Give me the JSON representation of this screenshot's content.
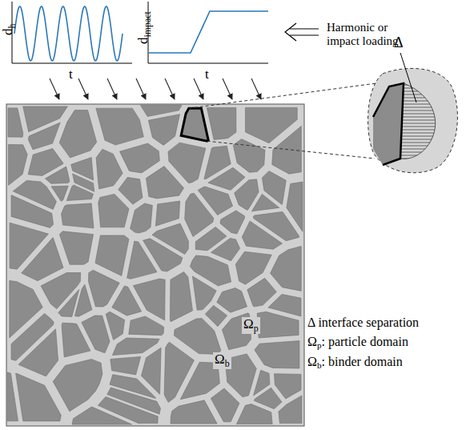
{
  "diagram": {
    "labels": [
      "d",
      "h",
      "t",
      "d",
      "impact",
      "t",
      "Harmonic or impact loading",
      "Δ",
      "Δ interface separation",
      "Ω",
      "p",
      ": particle domain",
      "Ω",
      "b",
      ": binder domain",
      "Ω",
      "p",
      "Ω",
      "b"
    ]
  }
}
